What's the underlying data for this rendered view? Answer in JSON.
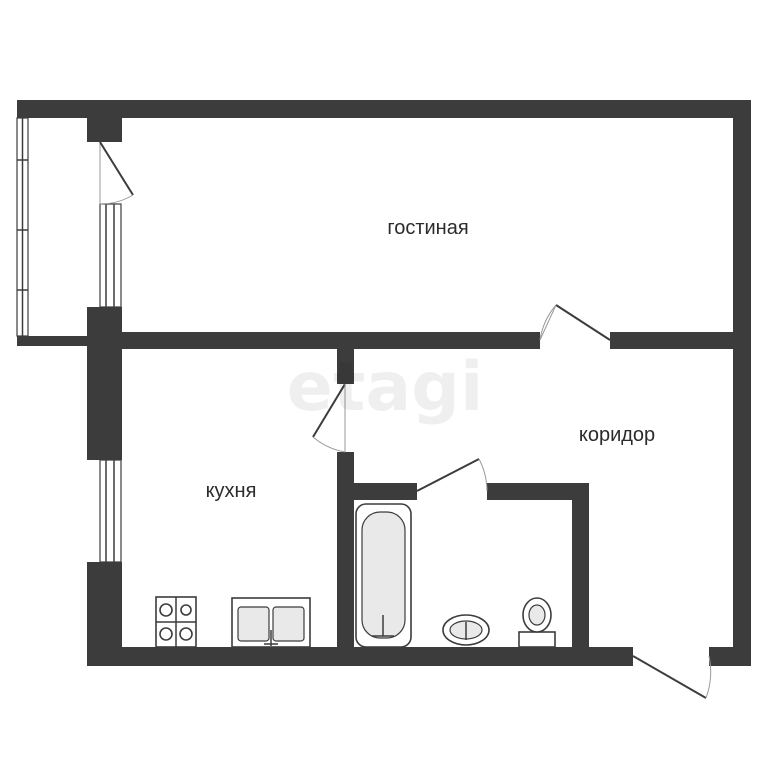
{
  "rooms": {
    "living_room": "гостиная",
    "corridor": "коридор",
    "kitchen": "кухня"
  },
  "watermark": "etagi",
  "colors": {
    "wall": "#3c3c3c",
    "background": "#ffffff"
  }
}
